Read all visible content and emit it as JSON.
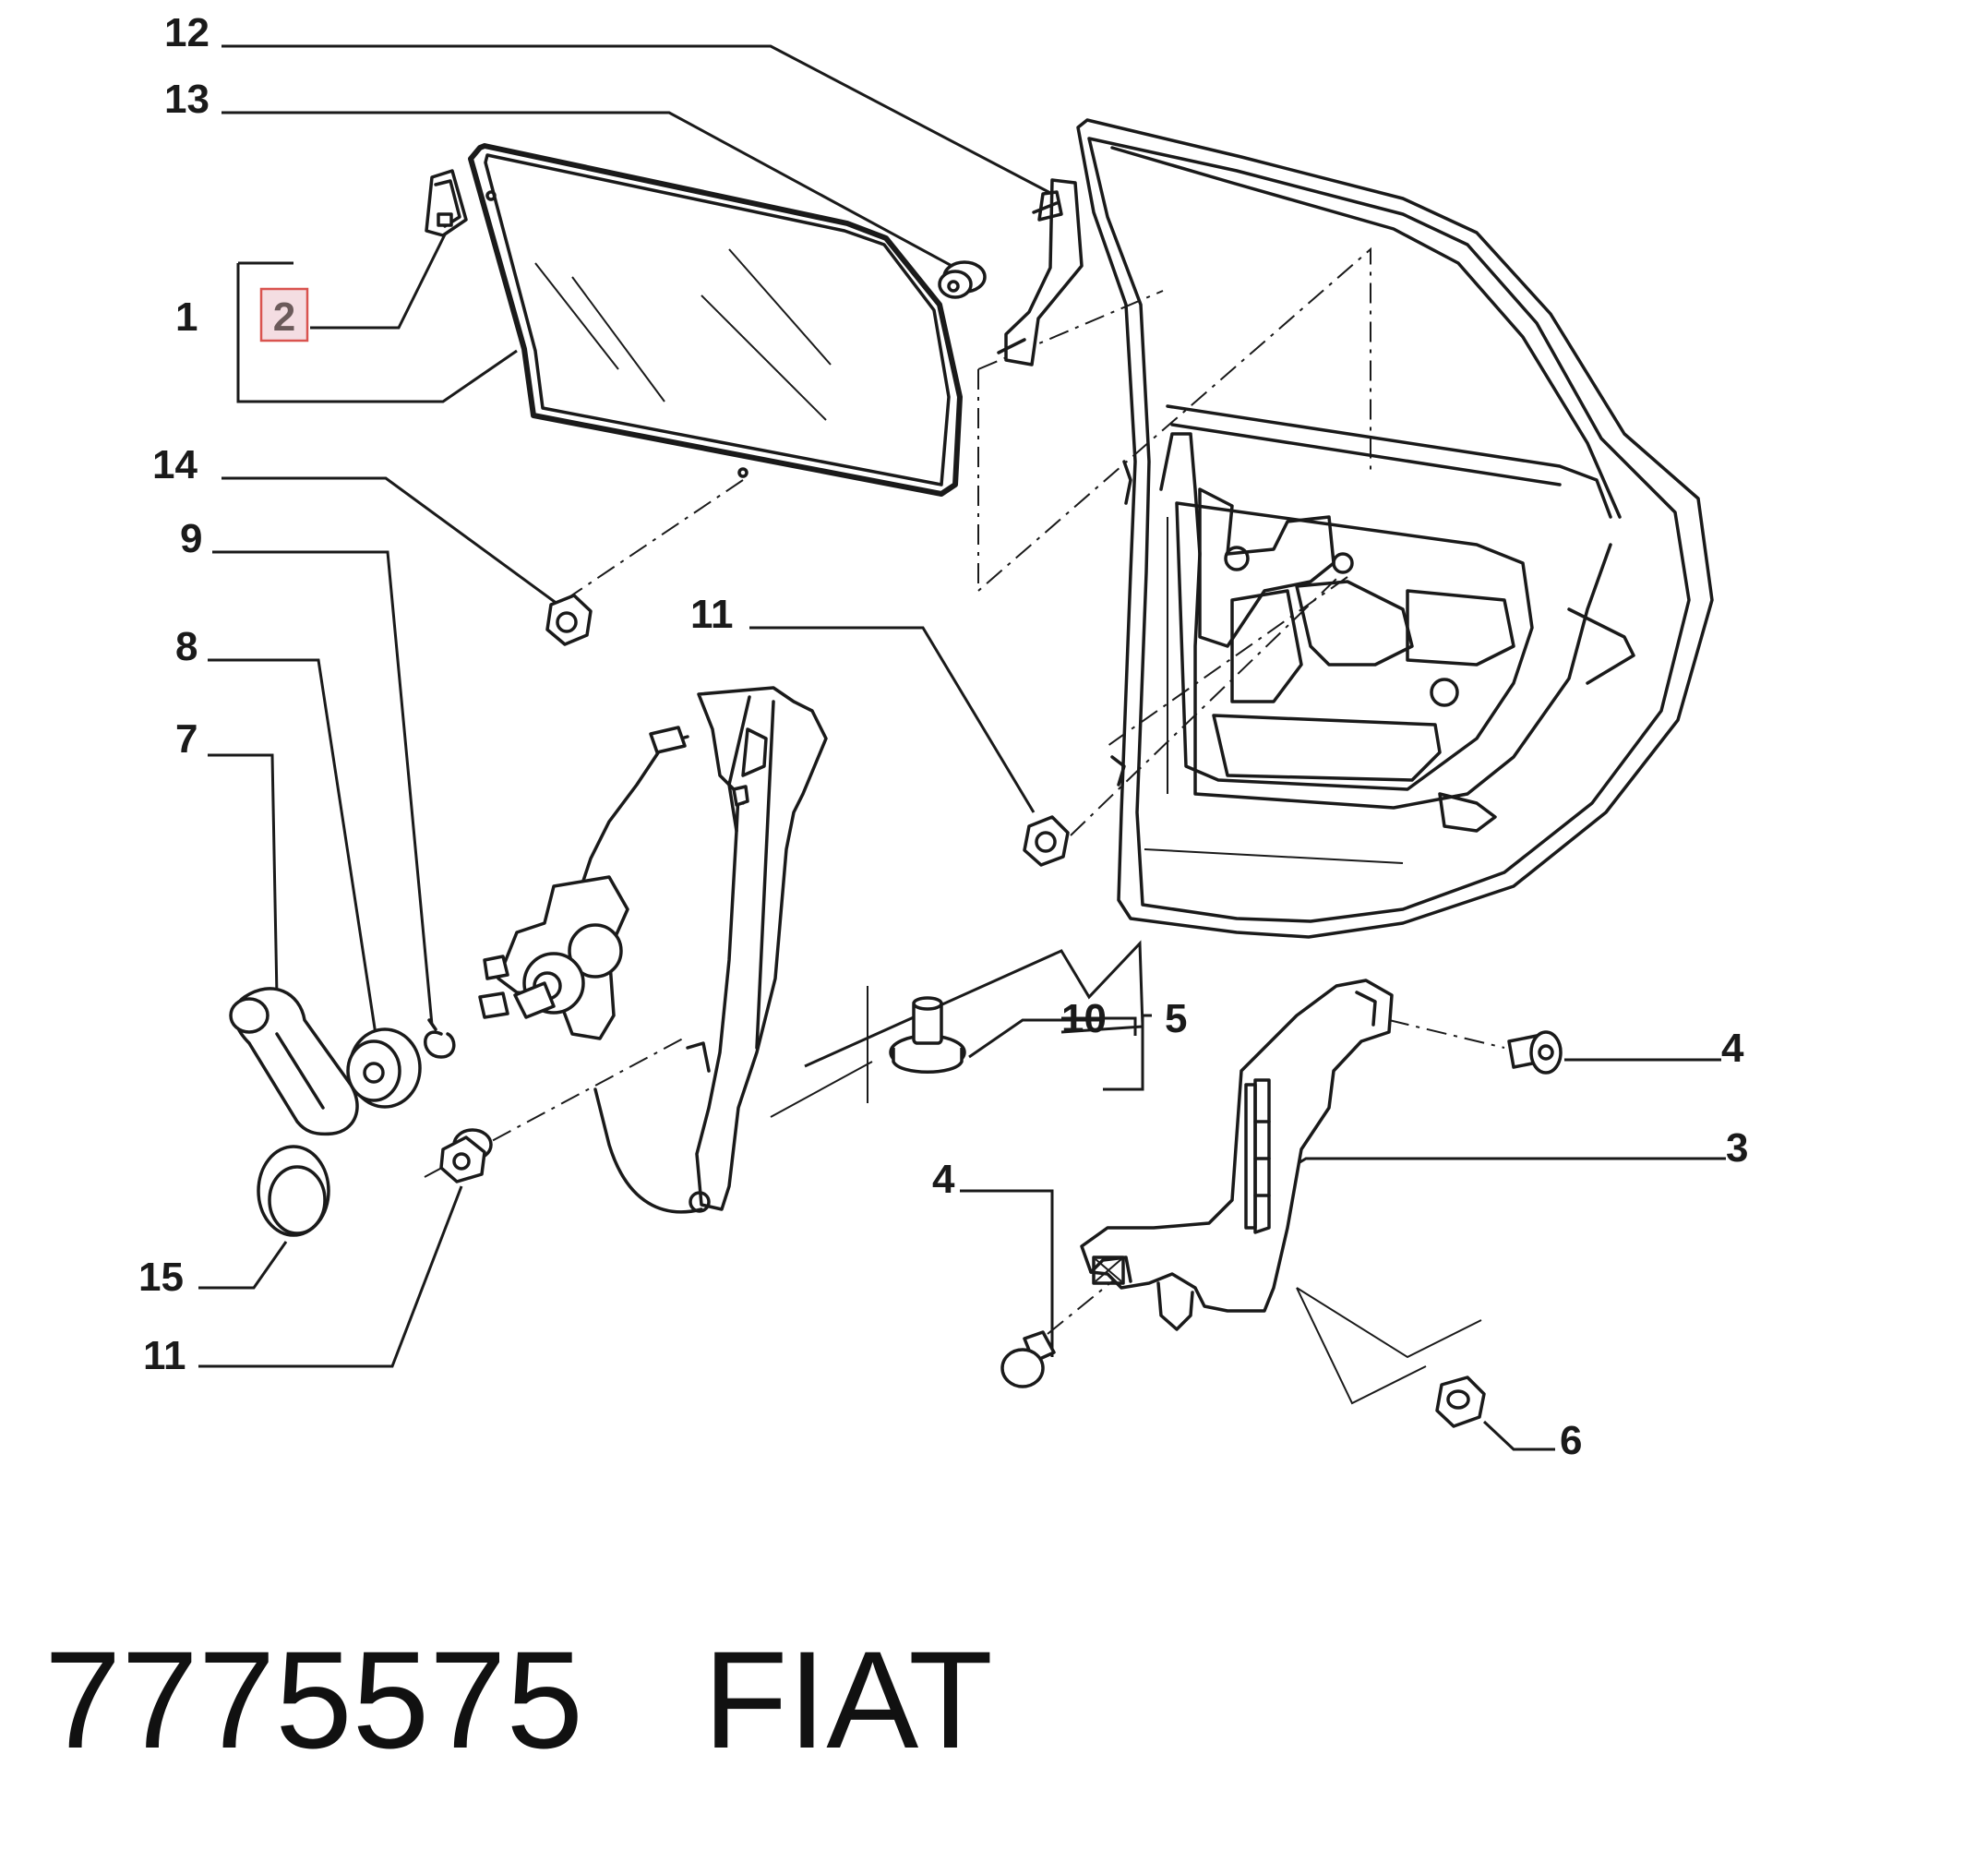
{
  "diagram": {
    "callouts": {
      "c12": "12",
      "c13": "13",
      "c1": "1",
      "c2": "2",
      "c14": "14",
      "c9": "9",
      "c8": "8",
      "c7": "7",
      "c11_top": "11",
      "c10": "10",
      "c5": "5",
      "c4_right": "4",
      "c3": "3",
      "c4_bottom": "4",
      "c15": "15",
      "c11_bottom": "11",
      "c6": "6"
    },
    "highlighted_callout": "2",
    "highlight_color": "#d9534f"
  },
  "footer": {
    "part_number": "7775575",
    "brand": "FIAT"
  }
}
